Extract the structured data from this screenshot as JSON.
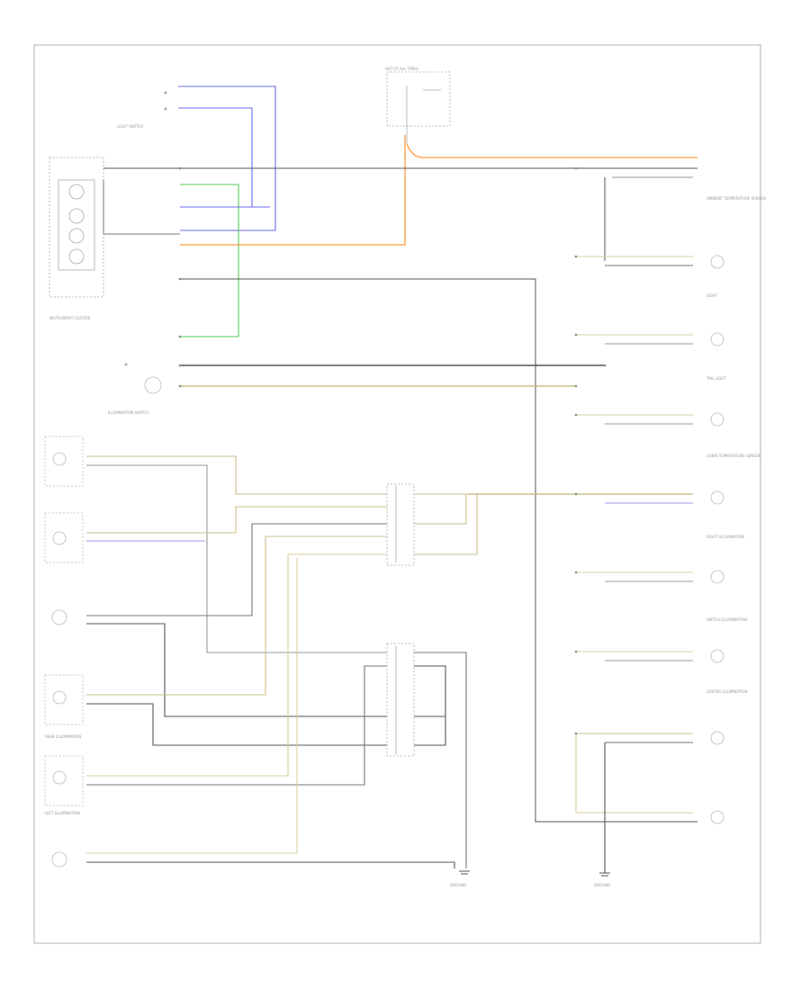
{
  "diagram": {
    "page_code": "",
    "colors": {
      "border": "#b0b0b0",
      "wire_dark": "#555555",
      "wire_grey": "#9a9a9a",
      "wire_tan": "#d8cfa0",
      "wire_blue": "#6a6af0",
      "wire_green": "#55cc55",
      "wire_orange": "#ff9a40",
      "component": "#aaaaaa"
    },
    "components": [
      {
        "id": "light-switch",
        "label": "LIGHT SWITCH"
      },
      {
        "id": "instrument-cluster",
        "label": "INSTRUMENT CLUSTER"
      },
      {
        "id": "hot-at-all-times-fuse",
        "label": "HOT AT ALL TIMES"
      },
      {
        "id": "illumination-dimmer",
        "label": "ILLUMINATION SWITCH"
      },
      {
        "id": "ambient-temp-sensor",
        "label": "AMBIENT TEMPERATURE SENSOR"
      },
      {
        "id": "light-bulb-1",
        "label": "LIGHT"
      },
      {
        "id": "tail-light",
        "label": "TAIL LIGHT"
      },
      {
        "id": "cabin-temp-sensor",
        "label": "CABIN TEMPERATURE SENSOR"
      },
      {
        "id": "right-illumination",
        "label": "RIGHT ILLUMINATION"
      },
      {
        "id": "switch-illumination",
        "label": "SWITCH ILLUMINATION"
      },
      {
        "id": "center-illumination",
        "label": "CENTER ILLUMINATION"
      },
      {
        "id": "rear-illumination",
        "label": "REAR ILLUMINATION"
      },
      {
        "id": "left-illumination",
        "label": "LEFT ILLUMINATION"
      },
      {
        "id": "ground-right",
        "label": "GROUND"
      },
      {
        "id": "ground-left",
        "label": "GROUND"
      }
    ]
  }
}
